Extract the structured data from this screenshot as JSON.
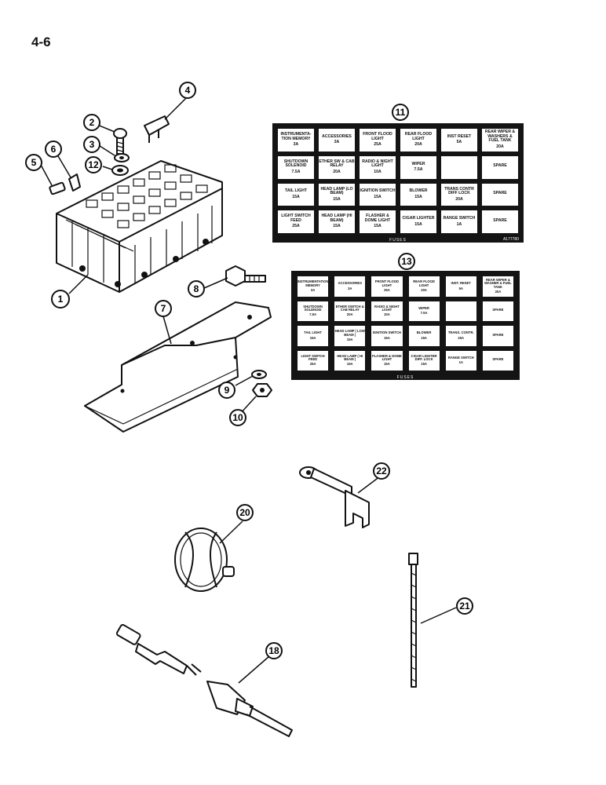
{
  "page": {
    "number": "4-6"
  },
  "callouts": [
    "1",
    "2",
    "3",
    "4",
    "5",
    "6",
    "7",
    "8",
    "9",
    "10",
    "11",
    "12",
    "13",
    "18",
    "20",
    "21",
    "22"
  ],
  "decal_11": {
    "footer": "FUSES",
    "code": "A177780",
    "cells": [
      {
        "label": "INSTRUMENTA-TION MEMORY",
        "amp": "3A"
      },
      {
        "label": "ACCESSORIES",
        "amp": "3A"
      },
      {
        "label": "FRONT FLOOD LIGHT",
        "amp": "25A"
      },
      {
        "label": "REAR FLOOD LIGHT",
        "amp": "20A"
      },
      {
        "label": "INST RESET",
        "amp": "5A"
      },
      {
        "label": "REAR WIPER & WASHERS & FUEL TANK",
        "amp": "20A"
      },
      {
        "label": "SHUTDOWN SOLENOID",
        "amp": "7.5A"
      },
      {
        "label": "ETHER SW & CAB RELAY",
        "amp": "20A"
      },
      {
        "label": "RADIO & NIGHT LIGHT",
        "amp": "10A"
      },
      {
        "label": "WIPER",
        "amp": "7.5A"
      },
      {
        "label": "",
        "amp": ""
      },
      {
        "label": "SPARE",
        "amp": ""
      },
      {
        "label": "TAIL LIGHT",
        "amp": "15A"
      },
      {
        "label": "HEAD LAMP (LO BEAM)",
        "amp": "15A"
      },
      {
        "label": "IGNITION SWITCH",
        "amp": "15A"
      },
      {
        "label": "BLOWER",
        "amp": "15A"
      },
      {
        "label": "TRANS CONTR DIFF LOCK",
        "amp": "20A"
      },
      {
        "label": "SPARE",
        "amp": ""
      },
      {
        "label": "LIGHT SWITCH FEED",
        "amp": "25A"
      },
      {
        "label": "HEAD LAMP (HI BEAM)",
        "amp": "15A"
      },
      {
        "label": "FLASHER & DOME LIGHT",
        "amp": "15A"
      },
      {
        "label": "CIGAR LIGHTER",
        "amp": "15A"
      },
      {
        "label": "RANGE SWITCH",
        "amp": "1A"
      },
      {
        "label": "SPARE",
        "amp": ""
      }
    ]
  },
  "decal_13": {
    "footer": "FUSES",
    "cells": [
      {
        "label": "INSTRUMENTATION MEMORY",
        "amp": "3A"
      },
      {
        "label": "ACCESSORIES",
        "amp": "3A"
      },
      {
        "label": "FRONT FLOOD LIGHT",
        "amp": "25A"
      },
      {
        "label": "REAR FLOOD LIGHT",
        "amp": "20A"
      },
      {
        "label": "INST. RESET",
        "amp": "5A"
      },
      {
        "label": "REAR WIPER & WASHER & FUEL TANK",
        "amp": "20A"
      },
      {
        "label": "SHUTDOWN SOLENOID",
        "amp": "7.5A"
      },
      {
        "label": "ETHER SWITCH & CAB RELAY",
        "amp": "20A"
      },
      {
        "label": "RADIO & NIGHT LIGHT",
        "amp": "10A"
      },
      {
        "label": "WIPER",
        "amp": "7.5A"
      },
      {
        "label": "",
        "amp": ""
      },
      {
        "label": "SPARE",
        "amp": ""
      },
      {
        "label": "TAIL LIGHT",
        "amp": "15A"
      },
      {
        "label": "HEAD LAMP ( LOW BEAM )",
        "amp": "15A"
      },
      {
        "label": "IGNITION SWITCH",
        "amp": "15A"
      },
      {
        "label": "BLOWER",
        "amp": "15A"
      },
      {
        "label": "TRANS. CONTR.",
        "amp": "20A"
      },
      {
        "label": "SPARE",
        "amp": ""
      },
      {
        "label": "LIGHT SWITCH FEED",
        "amp": "25A"
      },
      {
        "label": "HEAD LAMP ( HI BEAM )",
        "amp": "15A"
      },
      {
        "label": "FLASHER & DOME LIGHT",
        "amp": "15A"
      },
      {
        "label": "CIGAR LIGHTER DIFF. LOCK",
        "amp": "15A"
      },
      {
        "label": "RANGE SWITCH",
        "amp": "1A"
      },
      {
        "label": "SPARE",
        "amp": ""
      }
    ]
  }
}
